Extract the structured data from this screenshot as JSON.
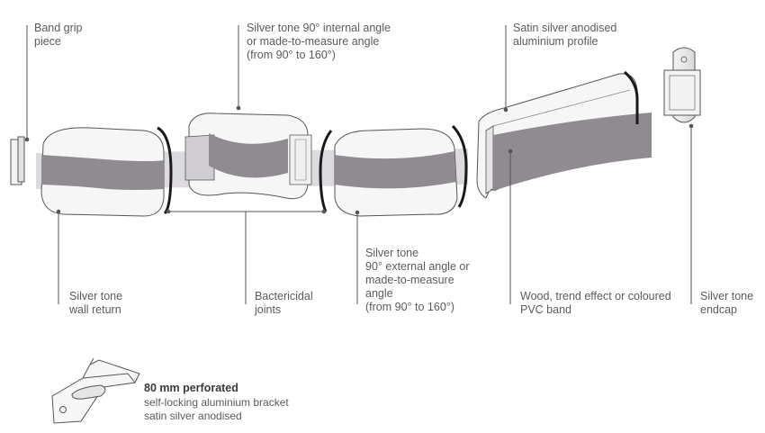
{
  "labels": {
    "band_grip": [
      "Band grip",
      "piece"
    ],
    "internal_angle": [
      "Silver tone 90° internal angle",
      "or made-to-measure angle",
      "(from 90° to 160°)"
    ],
    "profile": [
      "Satin silver anodised",
      "aluminium profile"
    ],
    "wall_return": [
      "Silver tone",
      "wall return"
    ],
    "joints": [
      "Bactericidal",
      "joints"
    ],
    "external_angle": [
      "Silver tone",
      "90° external angle or",
      "made-to-measure",
      "angle",
      "(from 90° to 160°)"
    ],
    "band": [
      "Wood, trend effect or coloured",
      "PVC band"
    ],
    "endcap": [
      "Silver tone",
      "endcap"
    ]
  },
  "bracket": {
    "title": "80 mm perforated",
    "lines": [
      "self-locking aluminium bracket",
      "satin silver anodised"
    ]
  },
  "colors": {
    "band": "#8f8b91",
    "band_light": "#cfcdd1",
    "outline": "#555555",
    "leader": "#555555",
    "joint": "#1a1a1a"
  }
}
